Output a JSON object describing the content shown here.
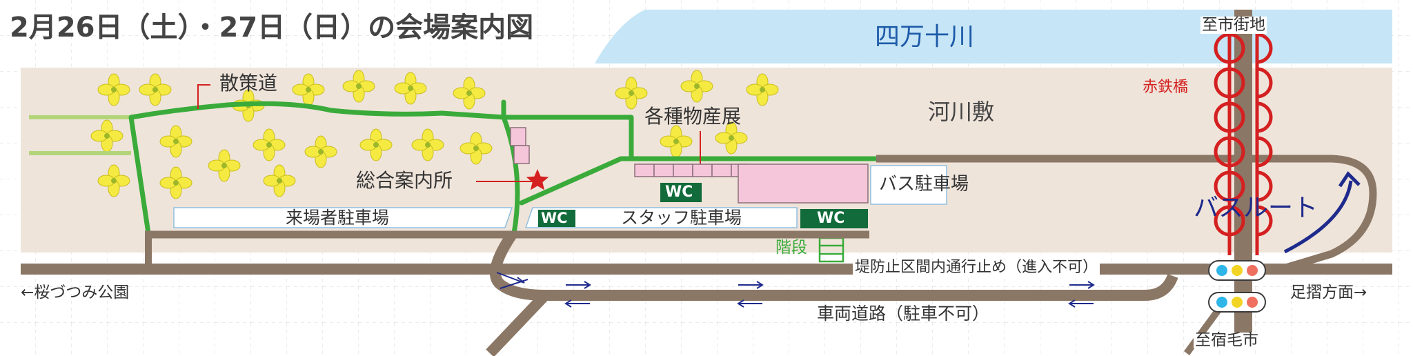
{
  "title": "2月26日（土）・27日（日）の会場案内図",
  "labels": {
    "river": "四万十川",
    "riverbed": "河川敷",
    "to_city": "至市街地",
    "red_bridge": "赤鉄橋",
    "walking_path": "散策道",
    "info_center": "総合案内所",
    "products_fair": "各種物産展",
    "bus_parking": "バス駐車場",
    "visitor_parking": "来場者駐車場",
    "staff_parking": "スタッフ駐車場",
    "wc": "WC",
    "stairs": "階段",
    "bus_route": "バスルート",
    "closure": "堤防止区間内通行止め（進入不可）",
    "to_sakura": "←桜づつみ公園",
    "to_ashizuri": "足摺方面→",
    "vehicle_road": "車両道路（駐車不可）",
    "to_sukumo": "至宿毛市"
  },
  "colors": {
    "path_green": "#3aab3a",
    "road_brown": "#8b7765",
    "riverbed_beige": "#efe4da",
    "river_blue": "#c6e6f7",
    "bridge_red": "#d42020",
    "wc_green": "#116b3a",
    "booth_pink": "#f5c6d9",
    "bus_arrow_navy": "#1e2a8c"
  },
  "icons": [
    "rape-blossom-icon",
    "star-icon",
    "traffic-light-icon",
    "arrow-icon"
  ]
}
